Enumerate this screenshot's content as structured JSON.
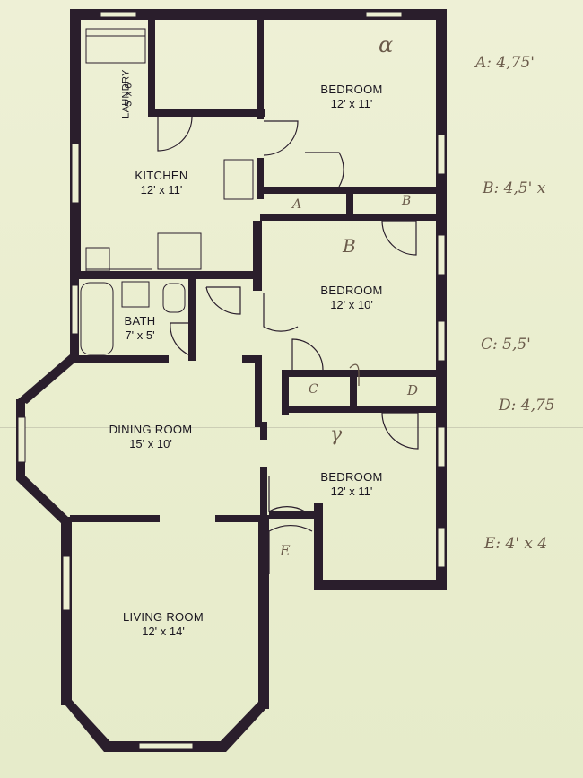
{
  "rooms": {
    "laundry": {
      "name": "LAUNDRY",
      "size": "5' x 6'"
    },
    "kitchen": {
      "name": "KITCHEN",
      "size": "12' x 11'"
    },
    "bedroom1": {
      "name": "BEDROOM",
      "size": "12' x 11'"
    },
    "bedroom2": {
      "name": "BEDROOM",
      "size": "12' x 10'"
    },
    "bath": {
      "name": "BATH",
      "size": "7' x 5'"
    },
    "dining": {
      "name": "DINING ROOM",
      "size": "15' x 10'"
    },
    "bedroom3": {
      "name": "BEDROOM",
      "size": "12' x 11'"
    },
    "living": {
      "name": "LIVING ROOM",
      "size": "12' x 14'"
    }
  },
  "closet_marks": {
    "a": "A",
    "b": "B",
    "c": "C",
    "d": "D",
    "e": "E"
  },
  "room_marks": {
    "alpha": "α",
    "beta": "B",
    "gamma": "γ"
  },
  "notes": {
    "a": "A: 4,75'",
    "b": "B: 4,5' x",
    "c": "C: 5,5'",
    "d": "D: 4,75",
    "e": "E: 4' x 4"
  },
  "colors": {
    "wall": "#2a1e2c",
    "paper": "#ecefd2",
    "ink": "#6a5a4a"
  }
}
